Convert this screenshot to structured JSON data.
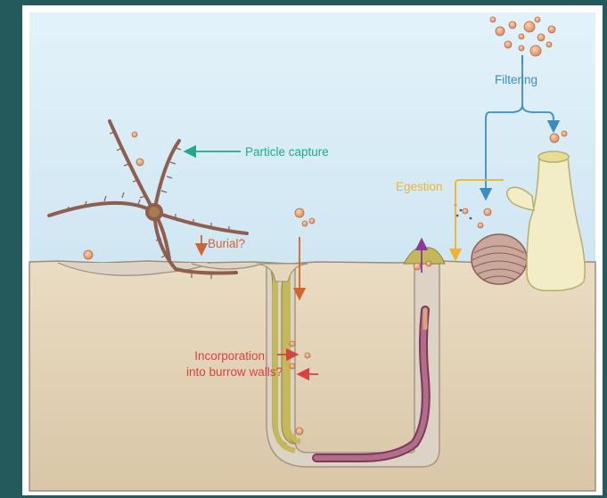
{
  "labels": {
    "particle_capture": "Particle capture",
    "burial": "Burial?",
    "filtering": "Filtering",
    "egestion": "Egestion",
    "incorporation_line1": "Incorporation",
    "incorporation_line2": "into burrow walls?"
  },
  "colors": {
    "background_frame": "#245a5c",
    "water": "#d6ebf5",
    "sediment": "#e6d6bb",
    "burrow_lining": "#c3b85c",
    "particle": "#e8a276",
    "green_label": "#22a88a",
    "orange_label": "#d3642b",
    "blue_label": "#3c8cc4",
    "yellow_label": "#f2b12e",
    "red_label": "#d8433f",
    "purple_arrow": "#8a3b93",
    "brittle_star": "#8e5e50"
  },
  "icons": [
    "brittle-star-icon",
    "clam-icon",
    "sponge-icon",
    "worm-icon"
  ]
}
